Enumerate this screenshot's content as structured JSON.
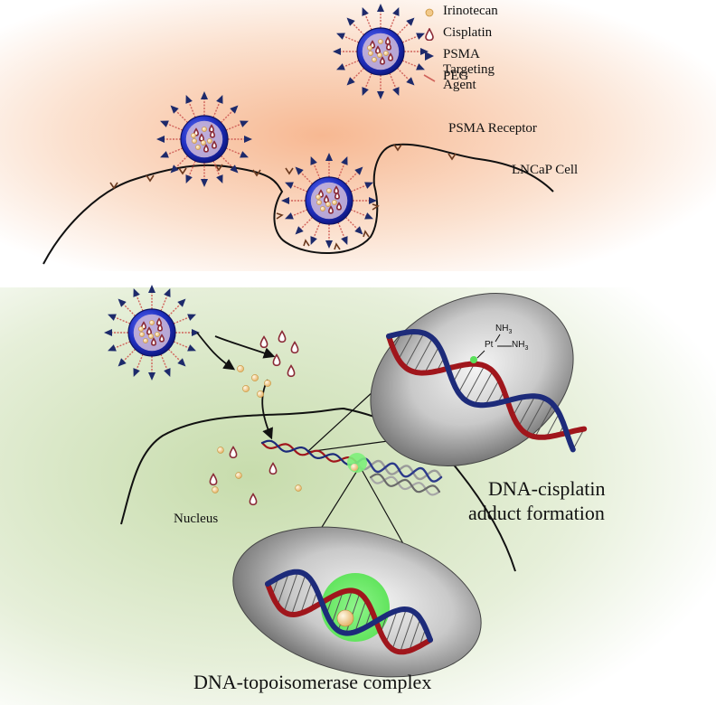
{
  "legend": {
    "items": [
      {
        "label": "Irinotecan",
        "symbol": "irinotecan-dot"
      },
      {
        "label": "Cisplatin",
        "symbol": "cisplatin-drop"
      },
      {
        "label": "PSMA Targeting Agent",
        "symbol": "targeting-triangle"
      },
      {
        "label": "PEG",
        "symbol": "peg-line"
      }
    ]
  },
  "labels": {
    "psma_receptor": "PSMA Receptor",
    "lncap_cell": "LNCaP Cell",
    "nucleus": "Nucleus",
    "dna_cisplatin": [
      "DNA-cisplatin",
      "adduct formation"
    ],
    "dna_topo": "DNA-topoisomerase complex",
    "nh3_top": "NH",
    "nh3_top_sub": "3",
    "pt": "Pt",
    "nh3_right": "NH",
    "nh3_right_sub": "3"
  },
  "colors": {
    "top_glow": "#f6c7a6",
    "bottom_glow": "#cfe2b5",
    "nanoparticle": "#2437c9",
    "arrow_blue": "#1d2a6b",
    "peg": "#d0625a",
    "cisplatin": "#8a2a36",
    "irinotecan": "#f2c98a",
    "dna_red": "#a0161c",
    "dna_blue": "#1d2b7a",
    "highlight_green": "#7df07a"
  }
}
